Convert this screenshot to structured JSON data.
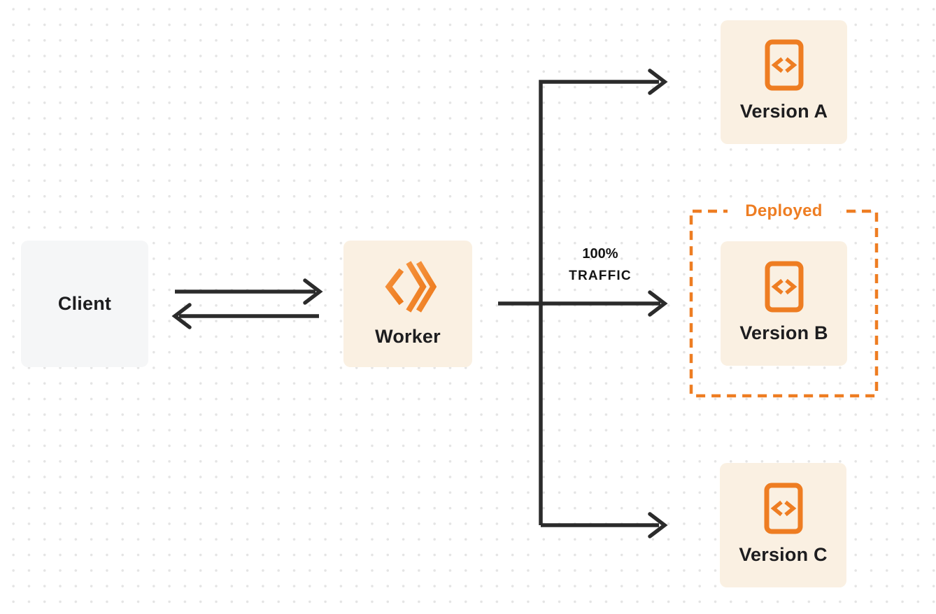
{
  "diagram": {
    "title": "worker-versions-traffic-routing",
    "colors": {
      "accent_orange": "#ee7d22",
      "node_cream_bg": "#faf0e2",
      "node_gray_bg": "#f5f6f7",
      "arrow": "#2b2b2b",
      "text": "#1d1d1f",
      "dot_grid": "#e4e4e4"
    },
    "nodes": {
      "client": {
        "label": "Client"
      },
      "worker": {
        "label": "Worker",
        "icon": "workers-logo-icon"
      },
      "version_a": {
        "label": "Version A",
        "icon": "code-file-icon"
      },
      "version_b": {
        "label": "Version B",
        "icon": "code-file-icon"
      },
      "version_c": {
        "label": "Version C",
        "icon": "code-file-icon"
      }
    },
    "deployed_group": {
      "label": "Deployed"
    },
    "traffic_label": {
      "line1": "100%",
      "line2": "TRAFFIC"
    }
  }
}
